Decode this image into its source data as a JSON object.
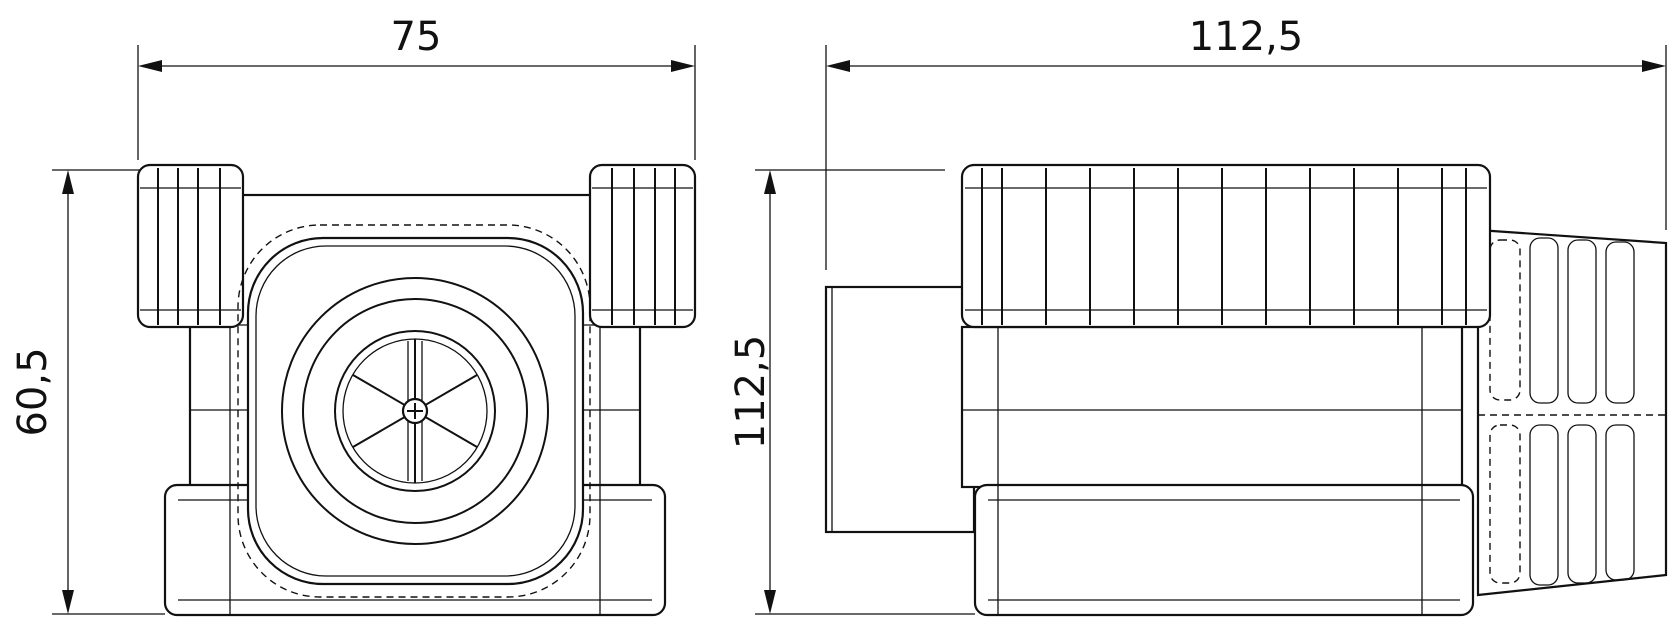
{
  "dimensions": {
    "front_width": "75",
    "front_height": "60,5",
    "side_length": "112,5",
    "side_height": "112,5"
  }
}
